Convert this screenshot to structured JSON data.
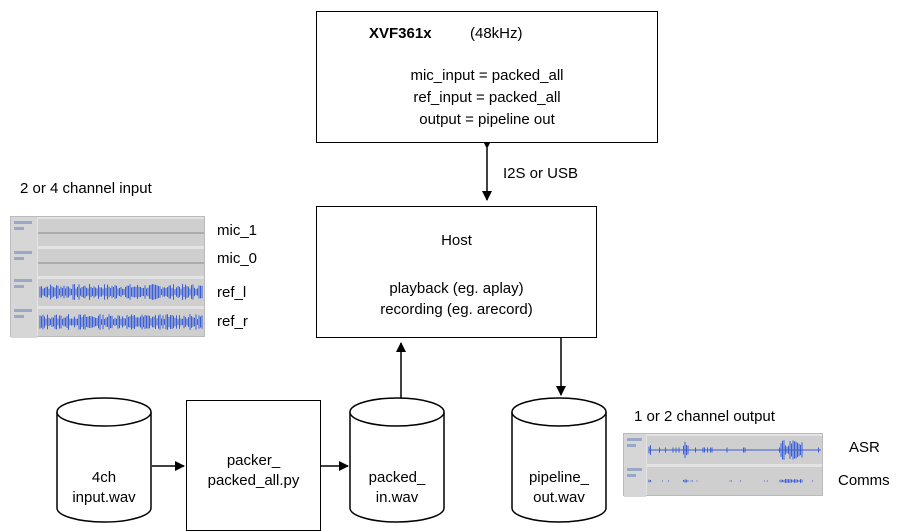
{
  "xvf_box": {
    "title": "XVF361x",
    "rate": "(48kHz)",
    "lines": [
      "mic_input = packed_all",
      "ref_input = packed_all",
      "output = pipeline out"
    ]
  },
  "link_label": "I2S or USB",
  "host_box": {
    "title": "Host",
    "lines": [
      "playback (eg. aplay)",
      "recording (eg. arecord)"
    ]
  },
  "input_panel": {
    "caption": "2 or 4 channel input",
    "tracks": [
      "mic_1",
      "mic_0",
      "ref_l",
      "ref_r"
    ]
  },
  "output_panel": {
    "caption": "1 or 2 channel output",
    "tracks": [
      "ASR",
      "Comms"
    ]
  },
  "files": {
    "input_wav": [
      "4ch",
      "input.wav"
    ],
    "packer": [
      "packer_",
      "packed_all.py"
    ],
    "packed_in": [
      "packed_",
      "in.wav"
    ],
    "pipeline_out": [
      "pipeline_",
      "out.wav"
    ]
  },
  "colors": {
    "waveform": "#3b5fd6",
    "track_bg": "#cfcfcf",
    "panel_bg": "#e3e3e3"
  }
}
